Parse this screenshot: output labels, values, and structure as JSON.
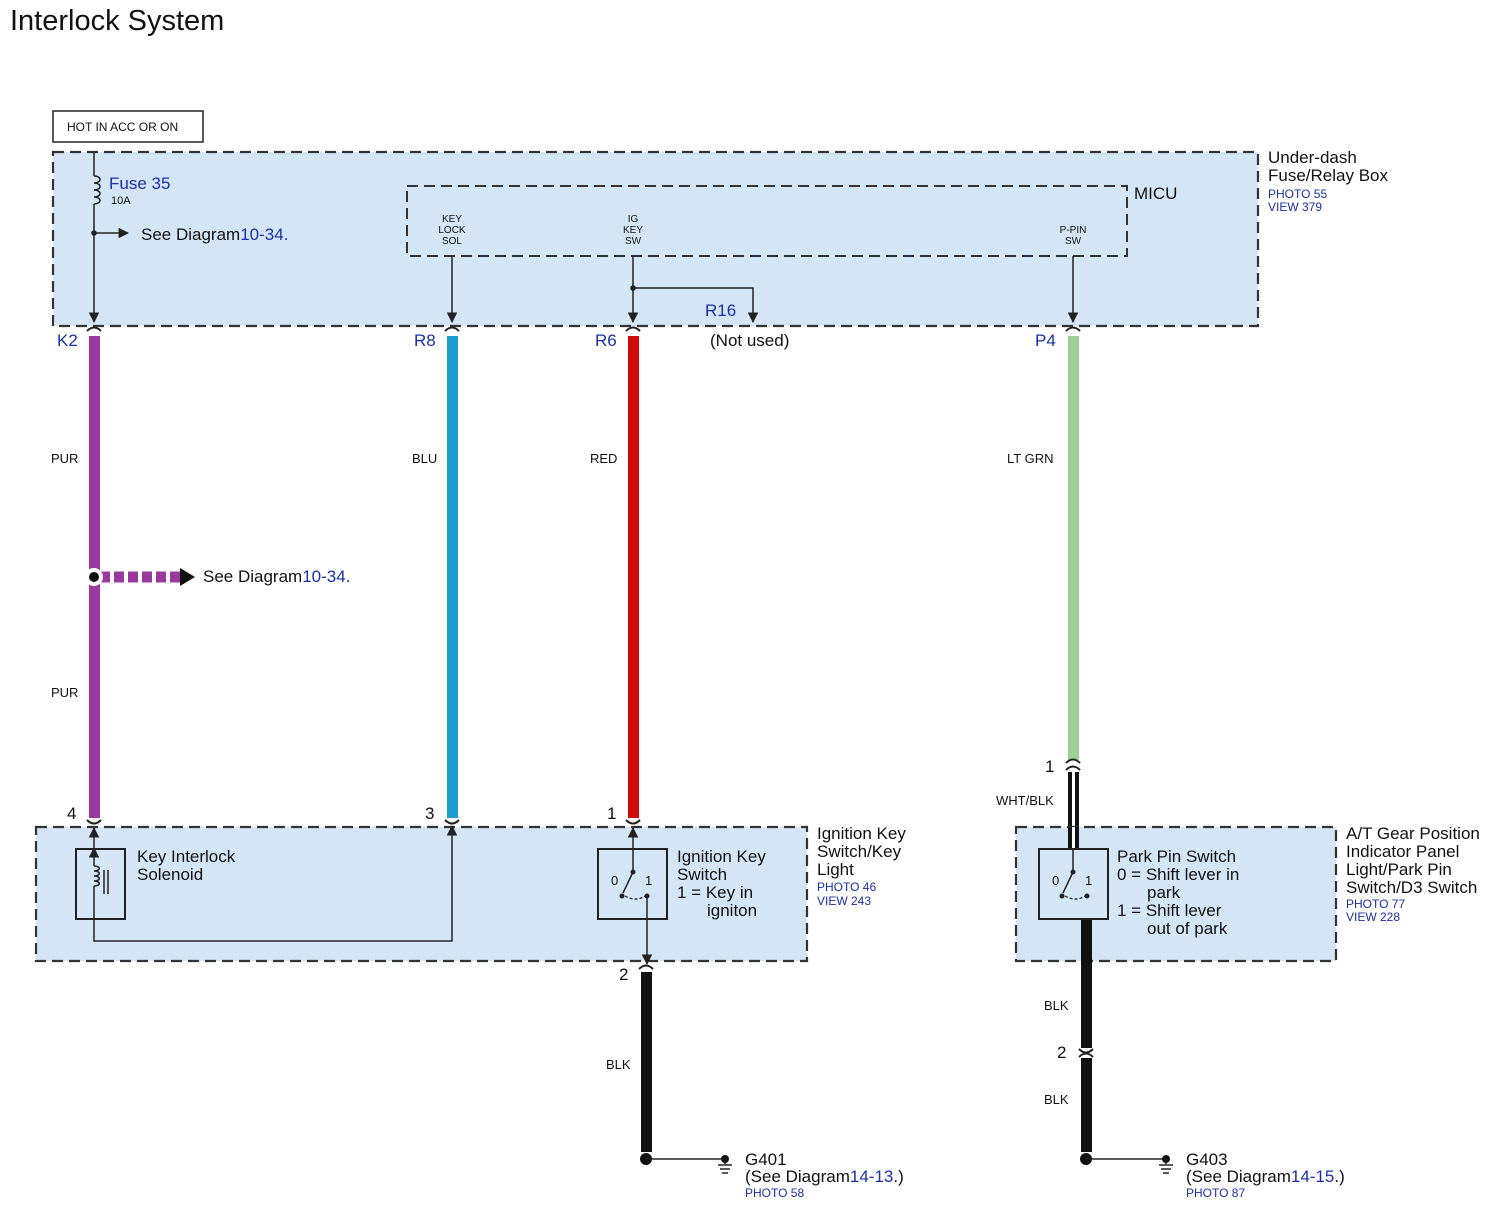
{
  "title": "Interlock System",
  "power_label": "HOT IN ACC OR ON",
  "colors": {
    "panel": "#d4e5f6",
    "ref_link": "#1b2fa8",
    "wire_pur": "#9b3a9e",
    "wire_blu": "#1e9bd0",
    "wire_red": "#d10a0a",
    "wire_ltgrn": "#9ecf96",
    "wire_blk": "#111111"
  },
  "fuse_box": {
    "name_line1": "Under-dash",
    "name_line2": "Fuse/Relay Box",
    "photo": "PHOTO 55",
    "view": "VIEW 379",
    "fuse_label": "Fuse 35",
    "fuse_rating": "10A",
    "see_text": "See Diagram",
    "see_ref": "10-34",
    "see_suffix": ".",
    "micu_label": "MICU",
    "micu_pins": {
      "key_lock": [
        "KEY",
        "LOCK",
        "SOL"
      ],
      "ig_key": [
        "IG",
        "KEY",
        "SW"
      ],
      "p_pin": [
        "P-PIN",
        "SW"
      ]
    },
    "r16_label": "R16",
    "not_used": "(Not used)"
  },
  "connectors": {
    "k2": "K2",
    "r8": "R8",
    "r6": "R6",
    "p4": "P4"
  },
  "wires": {
    "pur_1": "PUR",
    "pur_2": "PUR",
    "blu": "BLU",
    "red": "RED",
    "ltgrn": "LT GRN",
    "whtblk": "WHT/BLK",
    "blk_g401": "BLK",
    "blk_g403_1": "BLK",
    "blk_g403_2": "BLK"
  },
  "splice": {
    "see_text": "See Diagram",
    "see_ref": "10-34",
    "see_suffix": "."
  },
  "ignition_switch_panel": {
    "name_line1": "Ignition Key",
    "name_line2": "Switch/Key",
    "name_line3": "Light",
    "photo": "PHOTO 46",
    "view": "VIEW 243",
    "solenoid_line1": "Key Interlock",
    "solenoid_line2": "Solenoid",
    "switch_line1": "Ignition Key",
    "switch_line2": "Switch",
    "switch_line3": "1 = Key in",
    "switch_line4": "igniton",
    "pin_4": "4",
    "pin_3": "3",
    "pin_1": "1",
    "pin_2": "2",
    "pos_0": "0",
    "pos_1": "1"
  },
  "gear_panel": {
    "name_line1": "A/T Gear Position",
    "name_line2": "Indicator Panel",
    "name_line3": "Light/Park Pin",
    "name_line4": "Switch/D3 Switch",
    "photo": "PHOTO 77",
    "view": "VIEW 228",
    "switch_line1": "Park Pin Switch",
    "switch_line2": "0 = Shift lever in",
    "switch_line3": "park",
    "switch_line4": "1 = Shift lever",
    "switch_line5": "out of park",
    "pin_1": "1",
    "pin_2": "2",
    "pos_0": "0",
    "pos_1": "1"
  },
  "grounds": {
    "g401": {
      "name": "G401",
      "see_prefix": "(See Diagram",
      "see_ref": "14-13",
      "see_suffix": ".)",
      "photo": "PHOTO 58"
    },
    "g403": {
      "name": "G403",
      "see_prefix": "(See Diagram",
      "see_ref": "14-15",
      "see_suffix": ".)",
      "photo": "PHOTO 87"
    }
  }
}
